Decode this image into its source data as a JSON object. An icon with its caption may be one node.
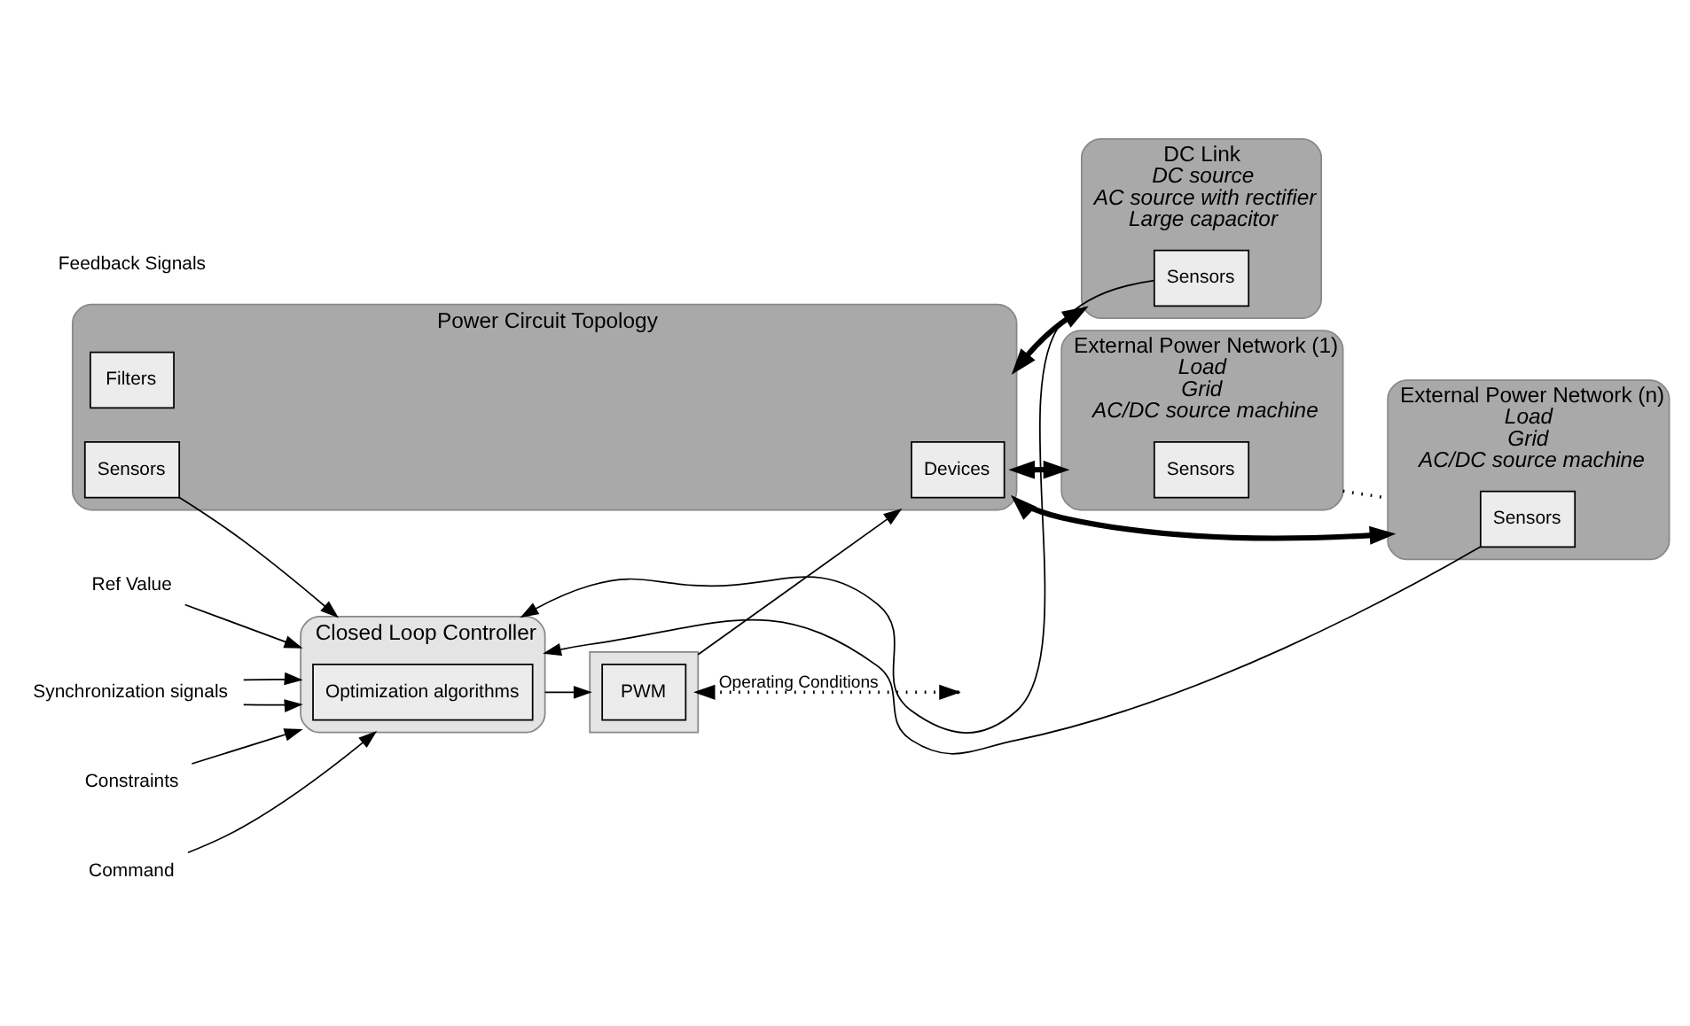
{
  "diagram": {
    "nodes": [
      {
        "text": [
          "Synchronization signals"
        ]
      },
      {
        "text": [
          "Command"
        ]
      },
      {
        "text": [
          "Ref Value"
        ]
      },
      {
        "text": [
          "Constraints"
        ]
      },
      {
        "text": [
          "Closed Loop Controller"
        ]
      },
      {
        "text": [
          "Optimization algorithms"
        ],
        "in": 4
      },
      {
        "text": [],
        "shape": "box"
      },
      {
        "text": [
          "PWM"
        ],
        "in": 6
      },
      {
        "text": [
          "Power Circuit Topology"
        ]
      },
      {
        "text": [
          "Devices"
        ],
        "in": 8
      },
      {
        "text": [
          "Filters"
        ],
        "in": 8
      },
      {
        "text": [
          "Sensors"
        ],
        "in": 8
      },
      {
        "text": [
          "External Power Network (1)",
          "Load",
          "Grid",
          "AC/DC source machine"
        ]
      },
      {
        "text": [
          "Sensors"
        ],
        "in": 12
      },
      {
        "text": [
          "DC Link",
          "DC source",
          "AC source with rectifier",
          "Large capacitor"
        ]
      },
      {
        "text": [
          "Sensors"
        ],
        "in": 14
      },
      {
        "text": [
          "External Power Network (n)",
          "Load",
          "Grid",
          "AC/DC source machine"
        ]
      },
      {
        "text": [
          "Sensors"
        ],
        "in": 16
      }
    ],
    "edges": [
      {
        "from": 0,
        "to": 4,
        "arrow": "to"
      },
      {
        "from": 0,
        "to": 4,
        "arrow": "to"
      },
      {
        "from": 1,
        "to": 4,
        "arrow": "to"
      },
      {
        "from": 2,
        "to": 4,
        "arrow": "to"
      },
      {
        "from": 3,
        "to": 4,
        "arrow": "to"
      },
      {
        "from": 4,
        "to": 6,
        "arrow": "to"
      },
      {
        "from": 6,
        "to": 8,
        "arrow": "to"
      },
      {
        "from": 8,
        "to": 12,
        "arrow": "both",
        "style": "thick"
      },
      {
        "from": 8,
        "to": 16,
        "arrow": "both",
        "style": "thick"
      },
      {
        "from": 8,
        "to": 14,
        "arrow": "both",
        "style": "thick"
      },
      {
        "from": 12,
        "to": 16,
        "arrow": "none",
        "style": "dashed"
      },
      {
        "from": 11,
        "to": 4,
        "arrow": "to"
      },
      {
        "from": 15,
        "to": 4,
        "arrow": "to"
      },
      {
        "from": 17,
        "to": 4,
        "arrow": "to"
      },
      {
        "from": 6,
        "to": null,
        "arrow": "both",
        "label": "Operating Conditions",
        "style": "dashed"
      }
    ],
    "labels": [
      "Feedback Signals"
    ]
  }
}
